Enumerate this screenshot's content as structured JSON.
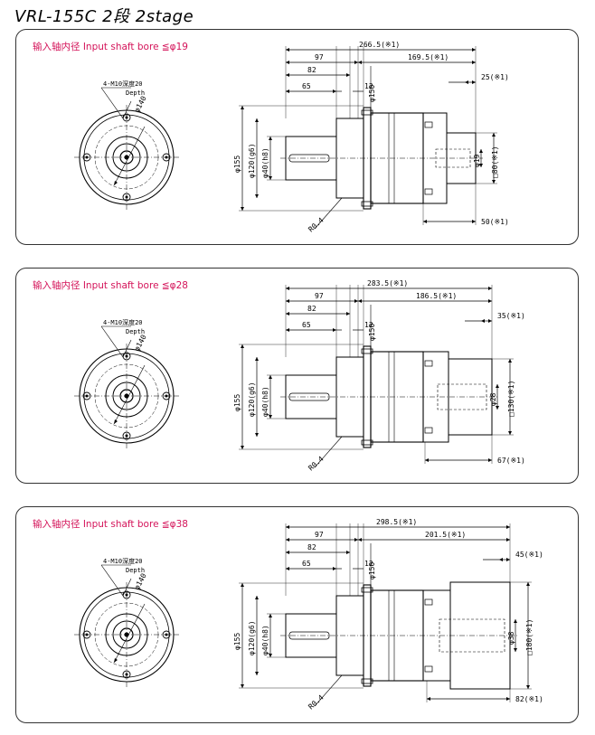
{
  "title": "VRL-155C 2段 2stage",
  "panels": [
    {
      "bore_label": "输入轴内径 Input shaft bore ≦φ19",
      "face": {
        "tap_label": "4-M10深度20",
        "depth_label": "Depth",
        "pcd_label": "φ140"
      },
      "dims": {
        "total": "266.5(※1)",
        "d97": "97",
        "motor_side": "169.5(※1)",
        "d82": "82",
        "d65": "65",
        "d12": "12",
        "flange_len": "25(※1)",
        "phi150": "φ150",
        "phi155": "φ155",
        "phi120": "φ120(g6)",
        "phi40": "φ40(h8)",
        "r04": "R0.4",
        "bore": "φ19",
        "square": "□80(※1)",
        "bottom": "50(※1)"
      }
    },
    {
      "bore_label": "输入轴内径 Input shaft bore ≦φ28",
      "face": {
        "tap_label": "4-M10深度20",
        "depth_label": "Depth",
        "pcd_label": "φ140"
      },
      "dims": {
        "total": "283.5(※1)",
        "d97": "97",
        "motor_side": "186.5(※1)",
        "d82": "82",
        "d65": "65",
        "d12": "12",
        "flange_len": "35(※1)",
        "phi150": "φ150",
        "phi155": "φ155",
        "phi120": "φ120(g6)",
        "phi40": "φ40(h8)",
        "r04": "R0.4",
        "bore": "φ28",
        "square": "□130(※1)",
        "bottom": "67(※1)"
      }
    },
    {
      "bore_label": "输入轴内径 Input shaft bore ≦φ38",
      "face": {
        "tap_label": "4-M10深度20",
        "depth_label": "Depth",
        "pcd_label": "φ140"
      },
      "dims": {
        "total": "298.5(※1)",
        "d97": "97",
        "motor_side": "201.5(※1)",
        "d82": "82",
        "d65": "65",
        "d12": "12",
        "flange_len": "45(※1)",
        "phi150": "φ150",
        "phi155": "φ155",
        "phi120": "φ120(g6)",
        "phi40": "φ40(h8)",
        "r04": "R0.4",
        "bore": "φ38",
        "square": "□180(※1)",
        "bottom": "82(※1)"
      }
    }
  ]
}
